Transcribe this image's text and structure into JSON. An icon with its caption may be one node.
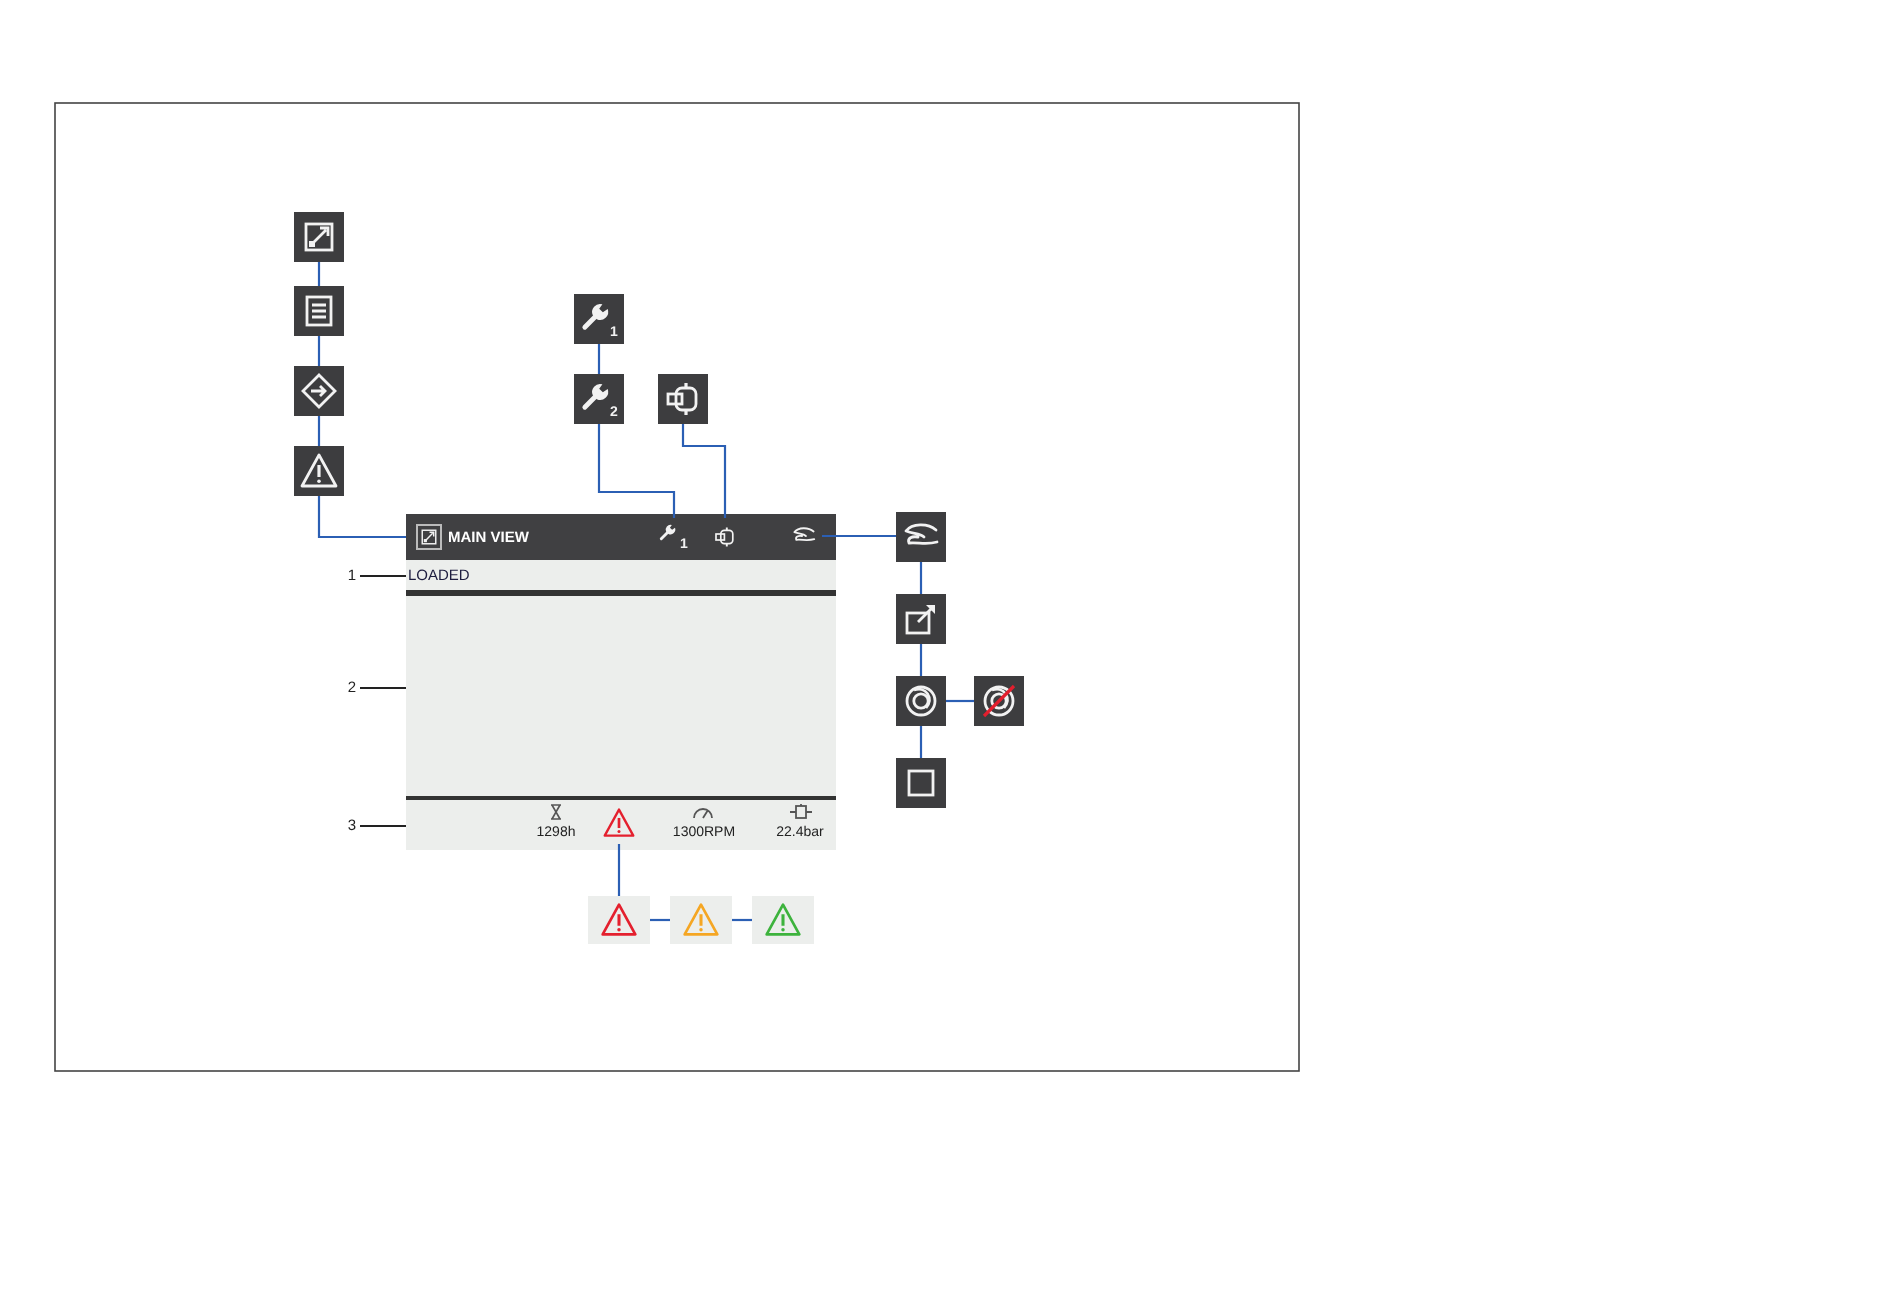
{
  "diagram": {
    "nodes": [
      {
        "text": [],
        "shape": "picture"
      },
      {
        "text": [],
        "shape": "picture"
      },
      {
        "text": [],
        "shape": "picture"
      },
      {
        "text": [],
        "shape": "picture"
      },
      {
        "text": [
          "1"
        ]
      },
      {
        "text": [
          "2"
        ]
      },
      {
        "text": [],
        "shape": "picture"
      },
      {
        "text": [],
        "shape": "box"
      },
      {
        "text": [
          "MAIN VIEW"
        ],
        "in": 7
      },
      {
        "text": [
          "1"
        ],
        "in": 8
      },
      {
        "text": [],
        "shape": "picture",
        "in": 8
      },
      {
        "text": [],
        "shape": "picture",
        "in": 8
      },
      {
        "text": [
          "LOADED"
        ],
        "in": 7
      },
      {
        "text": [],
        "shape": "box",
        "in": 7
      },
      {
        "text": [
          "1298h",
          "1300RPM",
          "22.4bar"
        ],
        "in": 7
      },
      {
        "text": [],
        "shape": "picture",
        "in": 14
      },
      {
        "text": [
          "1"
        ]
      },
      {
        "text": [
          "2"
        ]
      },
      {
        "text": [
          "3"
        ]
      },
      {
        "text": [],
        "shape": "picture"
      },
      {
        "text": [],
        "shape": "picture"
      },
      {
        "text": [],
        "shape": "picture"
      },
      {
        "text": [],
        "shape": "picture"
      },
      {
        "text": [],
        "shape": "picture"
      },
      {
        "text": [],
        "shape": "picture"
      },
      {
        "text": [],
        "shape": "picture"
      },
      {
        "text": [],
        "shape": "picture"
      }
    ],
    "edges": [
      {
        "from": 0,
        "to": 1,
        "arrow": "none"
      },
      {
        "from": 1,
        "to": 2,
        "arrow": "none"
      },
      {
        "from": 2,
        "to": 3,
        "arrow": "none"
      },
      {
        "from": 3,
        "to": 8,
        "arrow": "none"
      },
      {
        "from": 4,
        "to": 5,
        "arrow": "none"
      },
      {
        "from": 5,
        "to": 9,
        "arrow": "none"
      },
      {
        "from": 6,
        "to": 10,
        "arrow": "none"
      },
      {
        "from": 11,
        "to": 19,
        "arrow": "none"
      },
      {
        "from": 19,
        "to": 20,
        "arrow": "none"
      },
      {
        "from": 20,
        "to": 21,
        "arrow": "none"
      },
      {
        "from": 21,
        "to": 22,
        "arrow": "none"
      },
      {
        "from": 21,
        "to": 23,
        "arrow": "none"
      },
      {
        "from": 15,
        "to": 24,
        "arrow": "none"
      },
      {
        "from": 24,
        "to": 25,
        "arrow": "none"
      },
      {
        "from": 25,
        "to": 26,
        "arrow": "none"
      },
      {
        "from": 16,
        "to": 12,
        "arrow": "none",
        "color": "#222222"
      },
      {
        "from": 17,
        "to": 13,
        "arrow": "none",
        "color": "#222222"
      },
      {
        "from": 18,
        "to": 14,
        "arrow": "none",
        "color": "#222222"
      }
    ]
  }
}
